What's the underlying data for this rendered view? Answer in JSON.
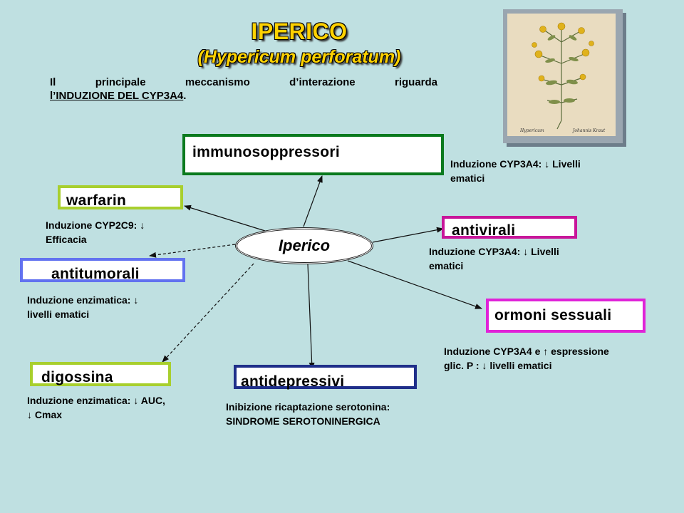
{
  "title": "IPERICO",
  "subtitle": "(Hypericum perforatum)",
  "intro": {
    "line1_words": [
      "Il",
      "principale",
      "meccanismo",
      "d’interazione",
      "riguarda"
    ],
    "line2_underlined": "l’INDUZIONE DEL CYP3A4",
    "line2_end": "."
  },
  "center": "Iperico",
  "boxes": {
    "immunosoppressori": "immunosoppressori",
    "warfarin": "warfarin",
    "antivirali": "antivirali",
    "antitumorali": "antitumorali",
    "ormoni": "ormoni sessuali",
    "digossina": "digossina",
    "antidepressivi": "antidepressivi"
  },
  "notes": {
    "immuno": [
      "Induzione CYP3A4: ↓ Livelli",
      "ematici"
    ],
    "warfarin": [
      "Induzione CYP2C9: ↓",
      "Efficacia"
    ],
    "antivirali": [
      "Induzione CYP3A4: ↓ Livelli",
      "ematici"
    ],
    "antitumorali": [
      "Induzione enzimatica: ↓",
      "livelli ematici"
    ],
    "ormoni": [
      "Induzione CYP3A4 e ↑ espressione",
      "glic. P : ↓ livelli ematici"
    ],
    "digossina": [
      "Induzione enzimatica: ↓ AUC,",
      "↓ Cmax"
    ],
    "antidepressivi": [
      "Inibizione ricaptazione serotonina:",
      "SINDROME SEROTONINERGICA"
    ]
  },
  "plant_caption": [
    "Hypericum",
    "Johannis Kraut"
  ],
  "colors": {
    "background": "#bfe0e1",
    "title": "#ffd200",
    "immuno_border": "#0a7a1e",
    "warfarin_border": "#a8cf2e",
    "antivirali_border": "#c8169a",
    "antitumorali_border": "#6272f0",
    "ormoni_border": "#e023d8",
    "digossina_border": "#a8cf2e",
    "antidepressivi_border": "#1f2f8a"
  }
}
